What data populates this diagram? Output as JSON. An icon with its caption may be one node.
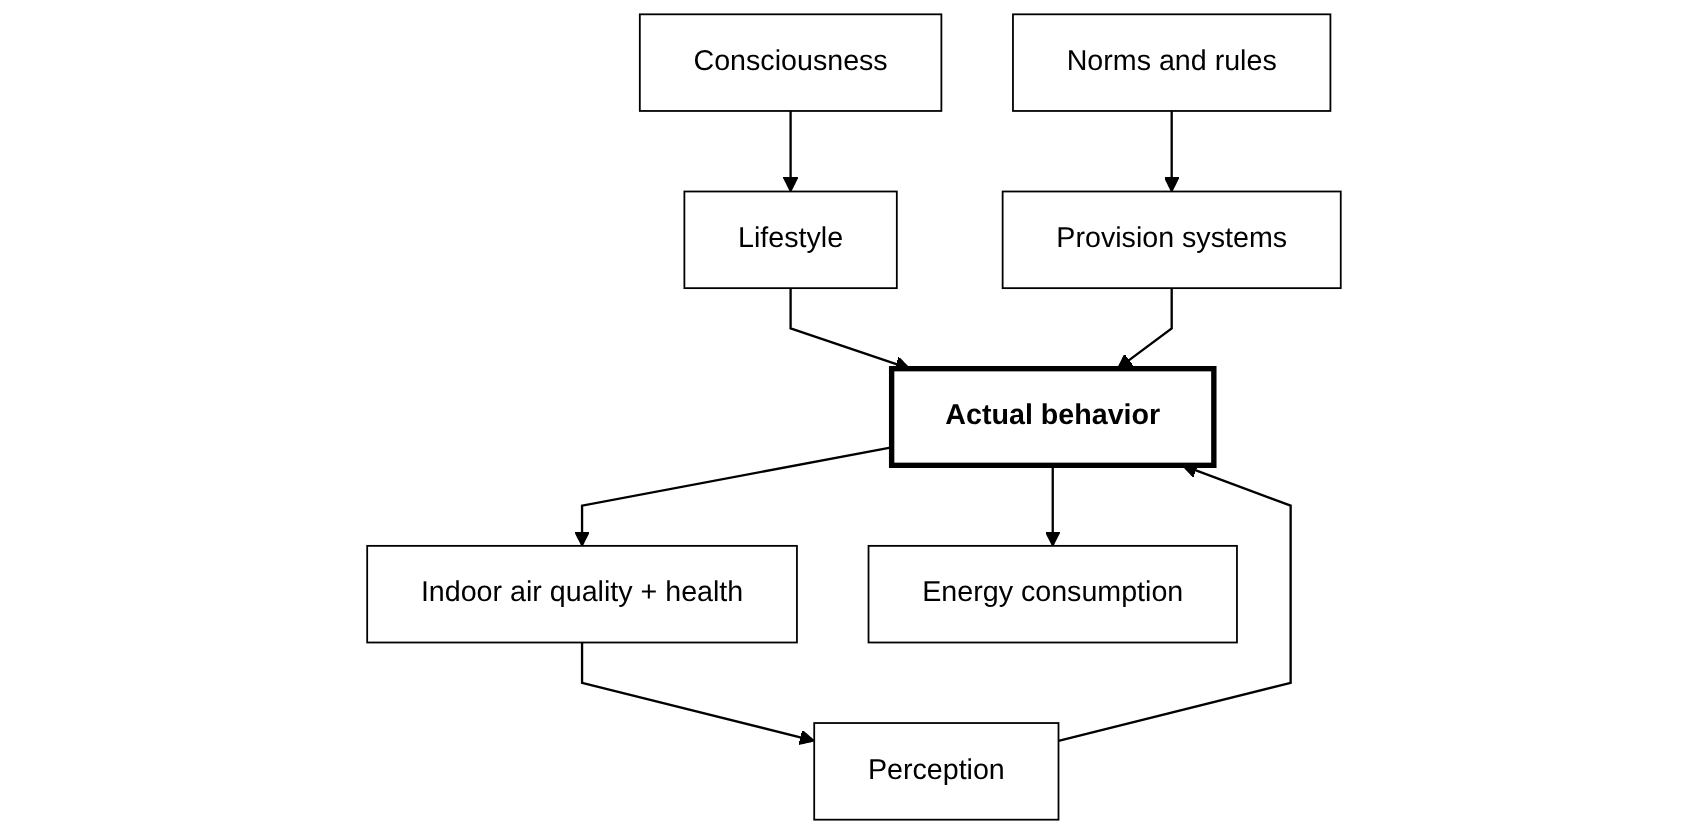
{
  "diagram": {
    "nodes": [
      {
        "text": [
          "Consciousness"
        ]
      },
      {
        "text": [
          "Norms and rules"
        ]
      },
      {
        "text": [
          "Perception"
        ]
      },
      {
        "text": [
          "Lifestyle"
        ]
      },
      {
        "text": [
          "Provision systems"
        ]
      },
      {
        "text": [
          "Actual behavior"
        ]
      },
      {
        "text": [
          "Indoor air quality + health"
        ]
      },
      {
        "text": [
          "Energy consumption"
        ]
      }
    ],
    "edges": [
      {
        "from": 0,
        "to": 3,
        "arrow": "to"
      },
      {
        "from": 1,
        "to": 4,
        "arrow": "to"
      },
      {
        "from": 2,
        "to": 5,
        "arrow": "to"
      },
      {
        "from": 3,
        "to": 5,
        "arrow": "to"
      },
      {
        "from": 4,
        "to": 5,
        "arrow": "to"
      },
      {
        "from": 5,
        "to": 6,
        "arrow": "to"
      },
      {
        "from": 5,
        "to": 7,
        "arrow": "to"
      },
      {
        "from": 6,
        "to": 2,
        "arrow": "to"
      }
    ]
  }
}
